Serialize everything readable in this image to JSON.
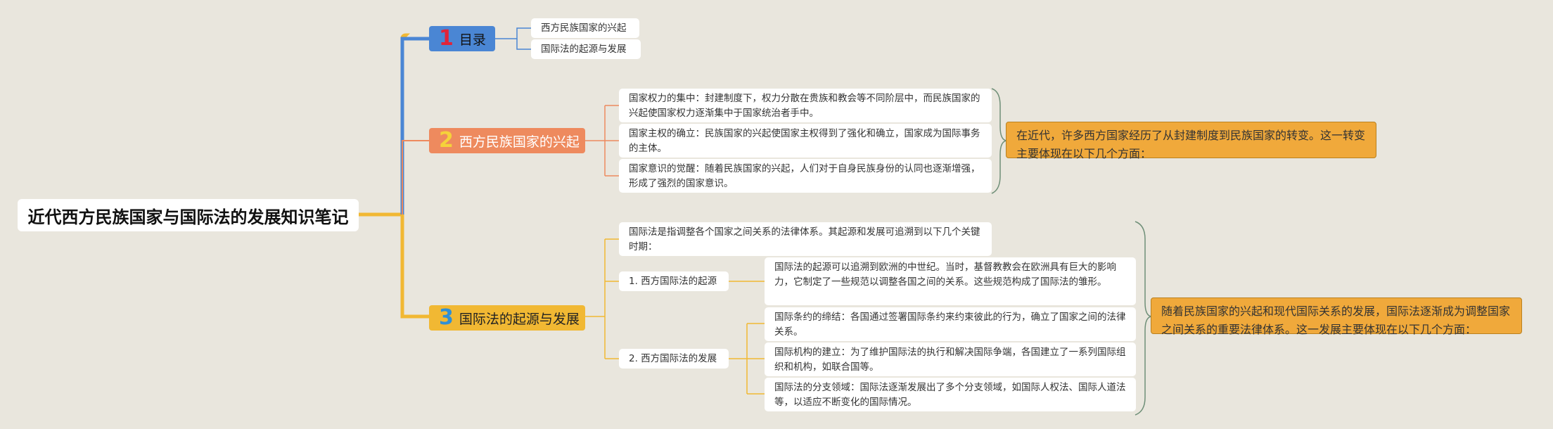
{
  "root": {
    "title": "近代西方民族国家与国际法的发展知识笔记"
  },
  "topics": [
    {
      "num": "1",
      "label": "目录",
      "children": [
        "西方民族国家的兴起",
        "国际法的起源与发展"
      ]
    },
    {
      "num": "2",
      "label": "西方民族国家的兴起",
      "children": [
        "国家权力的集中：封建制度下，权力分散在贵族和教会等不同阶层中，而民族国家的兴起使国家权力逐渐集中于国家统治者手中。",
        "国家主权的确立：民族国家的兴起使国家主权得到了强化和确立，国家成为国际事务的主体。",
        "国家意识的觉醒：随着民族国家的兴起，人们对于自身民族身份的认同也逐渐增强，形成了强烈的国家意识。"
      ],
      "summary": "在近代，许多西方国家经历了从封建制度到民族国家的转变。这一转变主要体现在以下几个方面："
    },
    {
      "num": "3",
      "label": "国际法的起源与发展",
      "intro": "国际法是指调整各个国家之间关系的法律体系。其起源和发展可追溯到以下几个关键时期：",
      "sub1": {
        "label": "1. 西方国际法的起源",
        "detail": "国际法的起源可以追溯到欧洲的中世纪。当时，基督教教会在欧洲具有巨大的影响力，它制定了一些规范以调整各国之间的关系。这些规范构成了国际法的雏形。"
      },
      "sub2": {
        "label": "2. 西方国际法的发展",
        "details": [
          "国际条约的缔结：各国通过签署国际条约来约束彼此的行为，确立了国家之间的法律关系。",
          "国际机构的建立：为了维护国际法的执行和解决国际争端，各国建立了一系列国际组织和机构，如联合国等。",
          "国际法的分支领域：国际法逐渐发展出了多个分支领域，如国际人权法、国际人道法等，以适应不断变化的国际情况。"
        ]
      },
      "summary": "随着民族国家的兴起和现代国际关系的发展，国际法逐渐成为调整国家之间关系的重要法律体系。这一发展主要体现在以下几个方面："
    }
  ],
  "colors": {
    "background": "#e9e6dd",
    "topic1": "#4a86d4",
    "topic2": "#ee8a5e",
    "topic3": "#f1b833",
    "summary": "#f0a93b"
  }
}
